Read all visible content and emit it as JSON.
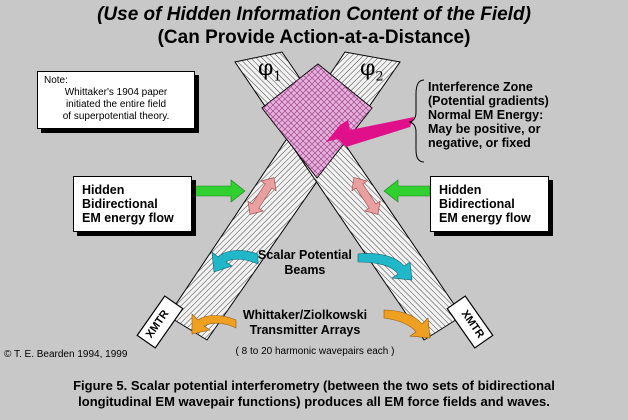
{
  "title_line1": "(Use of Hidden Information Content of the Field)",
  "title_line2": "(Can Provide Action-at-a-Distance)",
  "note": {
    "heading": "Note:",
    "lines": [
      "Whittaker's 1904 paper",
      "initiated the entire field",
      "of superpotential theory."
    ]
  },
  "phi1": {
    "symbol": "φ",
    "sub": "1"
  },
  "phi2": {
    "symbol": "φ",
    "sub": "2"
  },
  "interference": {
    "lines": [
      "Interference Zone",
      "(Potential gradients)",
      "Normal EM Energy:",
      "May be positive, or",
      "negative, or fixed"
    ]
  },
  "left_flow": {
    "lines": [
      "Hidden",
      "Bidirectional",
      "EM energy flow"
    ]
  },
  "right_flow": {
    "lines": [
      "Hidden",
      "Bidirectional",
      "EM energy flow"
    ]
  },
  "scalar_beams": {
    "lines": [
      "Scalar Potential",
      "Beams"
    ]
  },
  "transmitters": {
    "lines": [
      "Whittaker/Ziolkowski",
      "Transmitter Arrays"
    ]
  },
  "harmonic_note": "( 8 to 20 harmonic wavepairs each )",
  "copyright": "© T. E. Bearden 1994, 1999",
  "xmtr_left": "XMTR",
  "xmtr_right": "XMTR",
  "caption": {
    "lines": [
      "Figure 5.  Scalar potential interferometry (between the two sets of bidirectional",
      "longitudinal EM wavepair functions) produces all EM force fields and waves."
    ]
  },
  "colors": {
    "background": "#c8c8c8",
    "interference_fill": "#e8a8d8",
    "magenta_arrow": "#e0108a",
    "green_arrow": "#30d030",
    "pink_arrow": "#e8a0a0",
    "cyan_arrow": "#20b8c8",
    "orange_arrow": "#f0a020"
  }
}
